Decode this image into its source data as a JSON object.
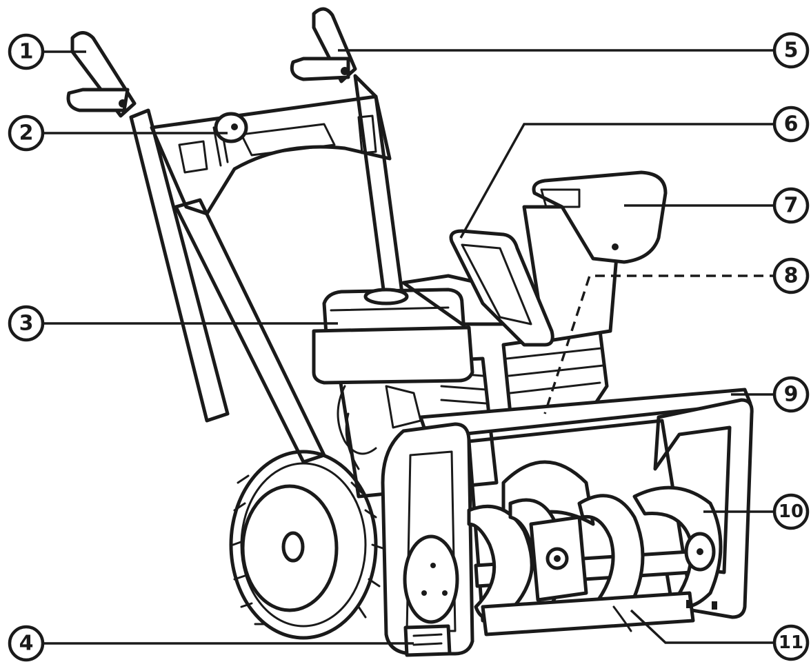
{
  "callouts": [
    {
      "label": "1"
    },
    {
      "label": "2"
    },
    {
      "label": "3"
    },
    {
      "label": "4"
    },
    {
      "label": "5"
    },
    {
      "label": "6"
    },
    {
      "label": "7"
    },
    {
      "label": "8"
    },
    {
      "label": "9"
    },
    {
      "label": "10"
    },
    {
      "label": "11"
    }
  ],
  "colors": {
    "ink": "#1a1a1a",
    "background": "#ffffff"
  }
}
